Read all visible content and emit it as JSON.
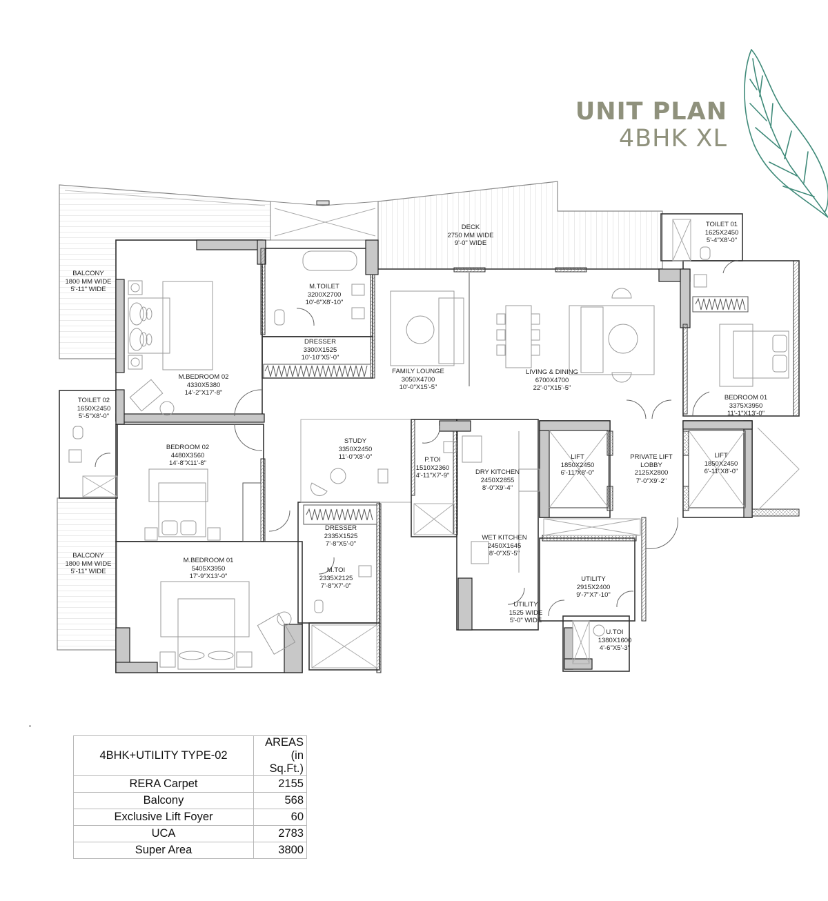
{
  "header": {
    "title": "UNIT PLAN",
    "subtitle": "4BHK XL"
  },
  "colors": {
    "title": "#8f917c",
    "leaf": "#3f8a79",
    "wall_fill": "#c8c8c8",
    "wall_stroke": "#222222",
    "furniture": "#9a9a9a"
  },
  "rooms": {
    "balcony_top": {
      "name": "BALCONY",
      "line1": "1800 MM WIDE",
      "line2": "5'-11\" WIDE"
    },
    "m_toilet": {
      "name": "M.TOILET",
      "line1": "3200X2700",
      "line2": "10'-6\"X8'-10\""
    },
    "dresser_top": {
      "name": "DRESSER",
      "line1": "3300X1525",
      "line2": "10'-10\"X5'-0\""
    },
    "m_bedroom_02": {
      "name": "M.BEDROOM 02",
      "line1": "4330X5380",
      "line2": "14'-2\"X17'-8\""
    },
    "deck": {
      "name": "DECK",
      "line1": "2750 MM WIDE",
      "line2": "9'-0\" WIDE"
    },
    "family_lounge": {
      "name": "FAMILY LOUNGE",
      "line1": "3050X4700",
      "line2": "10'-0\"X15'-5\""
    },
    "living_dining": {
      "name": "LIVING & DINING",
      "line1": "6700X4700",
      "line2": "22'-0\"X15'-5\""
    },
    "toilet_01": {
      "name": "TOILET 01",
      "line1": "1625X2450",
      "line2": "5'-4\"X8'-0\""
    },
    "bedroom_01": {
      "name": "BEDROOM 01",
      "line1": "3375X3950",
      "line2": "11'-1\"X13'-0\""
    },
    "toilet_02": {
      "name": "TOILET 02",
      "line1": "1650X2450",
      "line2": "5'-5\"X8'-0\""
    },
    "bedroom_02": {
      "name": "BEDROOM 02",
      "line1": "4480X3560",
      "line2": "14'-8\"X11'-8\""
    },
    "study": {
      "name": "STUDY",
      "line1": "3350X2450",
      "line2": "11'-0\"X8'-0\""
    },
    "p_toi": {
      "name": "P.TOI",
      "line1": "1510X2360",
      "line2": "4'-11\"X7'-9\""
    },
    "dry_kitchen": {
      "name": "DRY KITCHEN",
      "line1": "2450X2855",
      "line2": "8'-0\"X9'-4\""
    },
    "lift_left": {
      "name": "LIFT",
      "line1": "1850X2450",
      "line2": "6'-11\"X8'-0\""
    },
    "private_lift_lobby": {
      "name": "PRIVATE LIFT",
      "name2": "LOBBY",
      "line1": "2125X2800",
      "line2": "7'-0\"X9'-2\""
    },
    "lift_right": {
      "name": "LIFT",
      "line1": "1850X2450",
      "line2": "6'-11\"X8'-0\""
    },
    "balcony_bottom": {
      "name": "BALCONY",
      "line1": "1800 MM WIDE",
      "line2": "5'-11\" WIDE"
    },
    "dresser_bottom": {
      "name": "DRESSER",
      "line1": "2335X1525",
      "line2": "7'-8\"X5'-0\""
    },
    "m_toi": {
      "name": "M.TOI",
      "line1": "2335X2125",
      "line2": "7'-8\"X7'-0\""
    },
    "m_bedroom_01": {
      "name": "M.BEDROOM 01",
      "line1": "5405X3950",
      "line2": "17'-9\"X13'-0\""
    },
    "wet_kitchen": {
      "name": "WET KITCHEN",
      "line1": "2450X1645",
      "line2": "8'-0\"X5'-5\""
    },
    "utility_passage": {
      "name": "UTILITY",
      "line1": "1525 WIDE",
      "line2": "5'-0\" WIDE"
    },
    "utility": {
      "name": "UTILITY",
      "line1": "2915X2400",
      "line2": "9'-7\"X7'-10\""
    },
    "u_toi": {
      "name": "U.TOI",
      "line1": "1380X1600",
      "line2": "4'-6\"X5'-3\""
    }
  },
  "area_table": {
    "header_name": "4BHK+UTILITY TYPE-02",
    "header_unit_1": "AREAS",
    "header_unit_2": "(in Sq.Ft.)",
    "rows": [
      {
        "name": "RERA Carpet",
        "value": "2155"
      },
      {
        "name": "Balcony",
        "value": "568"
      },
      {
        "name": "Exclusive Lift Foyer",
        "value": "60"
      },
      {
        "name": "UCA",
        "value": "2783"
      },
      {
        "name": "Super Area",
        "value": "3800"
      }
    ]
  }
}
